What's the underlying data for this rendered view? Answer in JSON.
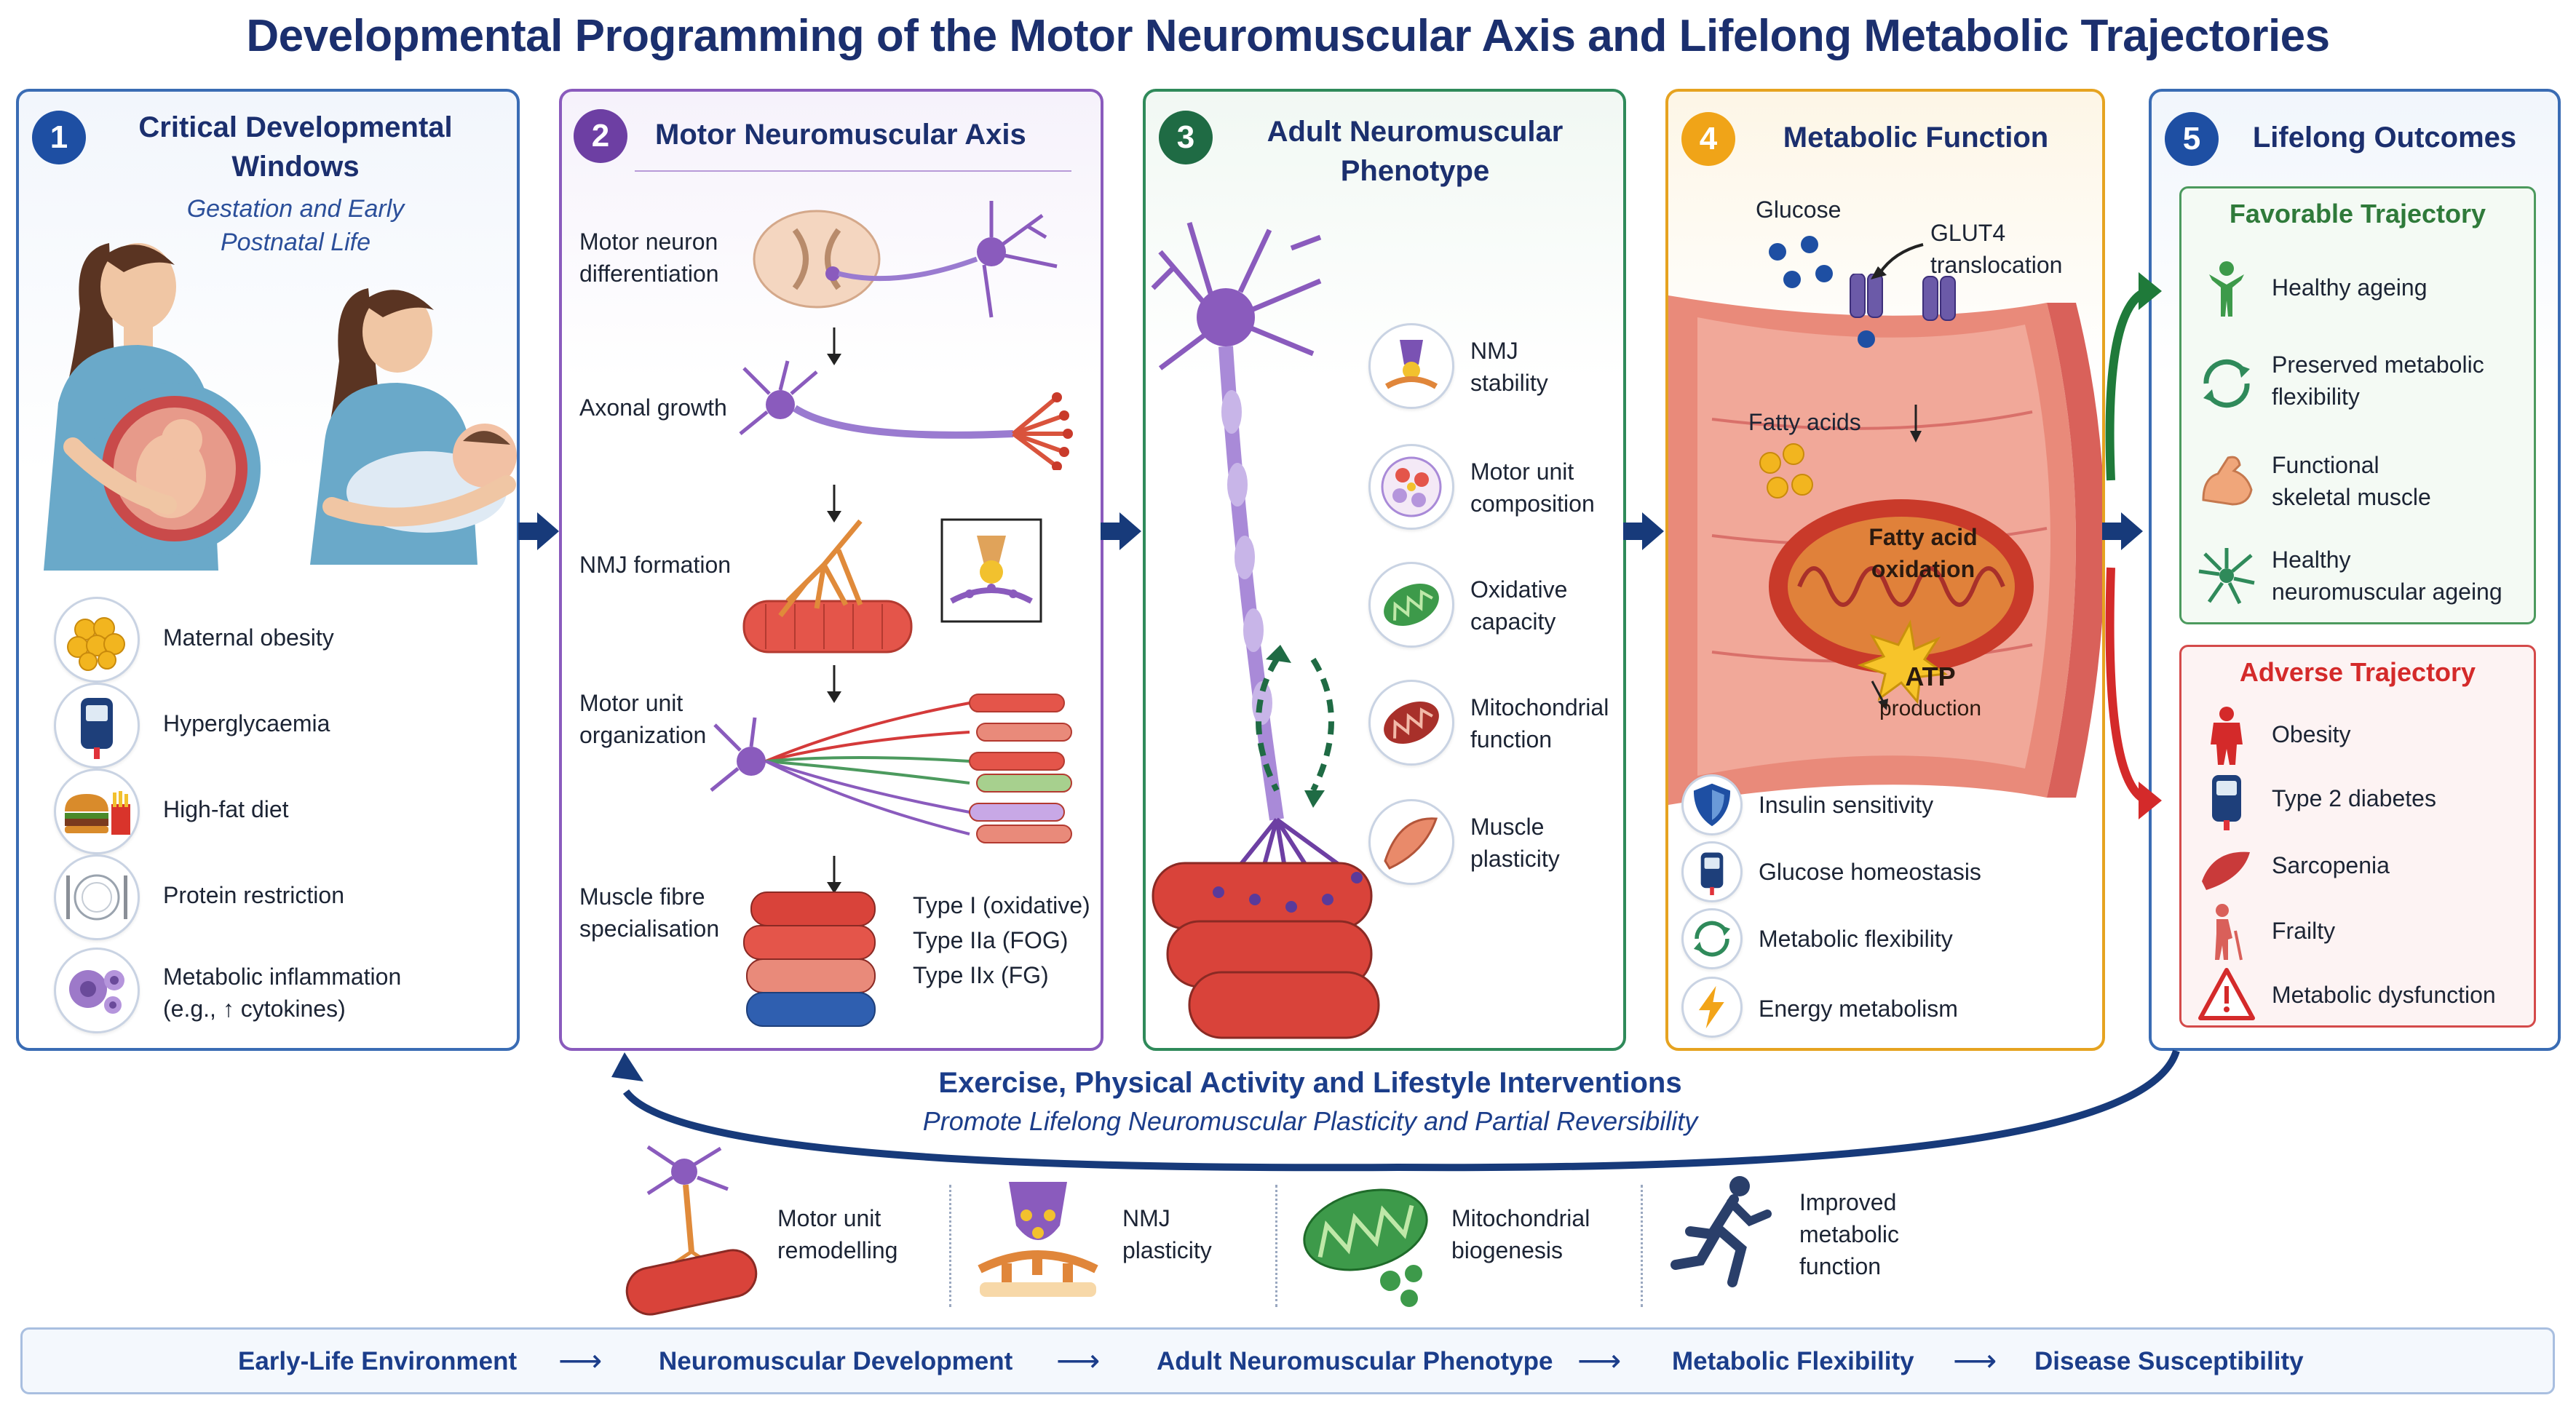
{
  "title": "Developmental Programming of the Motor Neuromuscular Axis and Lifelong Metabolic Trajectories",
  "colors": {
    "navy": "#1b2f6e",
    "blue": "#3a6cb4",
    "purple": "#8a5bbd",
    "green": "#2f8a5a",
    "amber": "#e6a320",
    "red": "#d44a4a"
  },
  "panel1": {
    "number": "1",
    "title_line1": "Critical Developmental",
    "title_line2": "Windows",
    "subtitle_line1": "Gestation and Early",
    "subtitle_line2": "Postnatal Life",
    "factors": [
      {
        "label": "Maternal obesity",
        "icon": "fat-cells-icon"
      },
      {
        "label": "Hyperglycaemia",
        "icon": "glucose-meter-icon"
      },
      {
        "label": "High-fat diet",
        "icon": "burger-fries-icon"
      },
      {
        "label": "Protein restriction",
        "icon": "empty-plate-icon"
      },
      {
        "label": "Metabolic inflammation",
        "label2": "(e.g., ↑ cytokines)",
        "icon": "immune-cells-icon"
      }
    ]
  },
  "panel2": {
    "number": "2",
    "title": "Motor Neuromuscular Axis",
    "steps": [
      {
        "line1": "Motor neuron",
        "line2": "differentiation"
      },
      {
        "line1": "Axonal growth",
        "line2": ""
      },
      {
        "line1": "NMJ formation",
        "line2": ""
      },
      {
        "line1": "Motor unit",
        "line2": "organization"
      },
      {
        "line1": "Muscle fibre",
        "line2": "specialisation"
      }
    ],
    "fibre_types": [
      "Type I (oxidative)",
      "Type IIa (FOG)",
      "Type IIx (FG)"
    ]
  },
  "panel3": {
    "number": "3",
    "title_line1": "Adult Neuromuscular",
    "title_line2": "Phenotype",
    "features": [
      {
        "line1": "NMJ",
        "line2": "stability",
        "icon": "nmj-icon"
      },
      {
        "line1": "Motor unit",
        "line2": "composition",
        "icon": "motor-unit-icon"
      },
      {
        "line1": "Oxidative",
        "line2": "capacity",
        "icon": "mitochondrion-green-icon"
      },
      {
        "line1": "Mitochondrial",
        "line2": "function",
        "icon": "mitochondrion-red-icon"
      },
      {
        "line1": "Muscle",
        "line2": "plasticity",
        "icon": "muscle-icon"
      }
    ]
  },
  "panel4": {
    "number": "4",
    "title": "Metabolic Function",
    "glucose": "Glucose",
    "glut4_line1": "GLUT4",
    "glut4_line2": "translocation",
    "fatty_acids": "Fatty acids",
    "fao_line1": "Fatty acid",
    "fao_line2": "oxidation",
    "atp_line1": "ATP",
    "atp_line2": "production",
    "metrics": [
      {
        "label": "Insulin sensitivity",
        "icon": "shield-icon"
      },
      {
        "label": "Glucose homeostasis",
        "icon": "glucose-meter-icon"
      },
      {
        "label": "Metabolic flexibility",
        "icon": "cycle-icon"
      },
      {
        "label": "Energy metabolism",
        "icon": "lightning-icon"
      }
    ]
  },
  "panel5": {
    "number": "5",
    "title": "Lifelong Outcomes",
    "favorable_title": "Favorable Trajectory",
    "favorable": [
      {
        "line1": "Healthy ageing",
        "line2": "",
        "icon": "person-green-icon"
      },
      {
        "line1": "Preserved metabolic",
        "line2": "flexibility",
        "icon": "cycle-green-icon"
      },
      {
        "line1": "Functional",
        "line2": "skeletal muscle",
        "icon": "bicep-icon"
      },
      {
        "line1": "Healthy",
        "line2": "neuromuscular ageing",
        "icon": "neuron-green-icon"
      }
    ],
    "adverse_title": "Adverse Trajectory",
    "adverse": [
      {
        "label": "Obesity",
        "icon": "person-red-icon"
      },
      {
        "label": "Type 2 diabetes",
        "icon": "glucose-meter-icon"
      },
      {
        "label": "Sarcopenia",
        "icon": "muscle-red-icon"
      },
      {
        "label": "Frailty",
        "icon": "elderly-icon"
      },
      {
        "label": "Metabolic dysfunction",
        "icon": "warning-icon"
      }
    ]
  },
  "feedback": {
    "title": "Exercise, Physical Activity and Lifestyle Interventions",
    "subtitle": "Promote Lifelong Neuromuscular Plasticity and Partial Reversibility",
    "items": [
      {
        "line1": "Motor unit",
        "line2": "remodelling",
        "line3": ""
      },
      {
        "line1": "NMJ",
        "line2": "plasticity",
        "line3": ""
      },
      {
        "line1": "Mitochondrial",
        "line2": "biogenesis",
        "line3": ""
      },
      {
        "line1": "Improved",
        "line2": "metabolic",
        "line3": "function"
      }
    ]
  },
  "flow": [
    "Early-Life Environment",
    "Neuromuscular Development",
    "Adult Neuromuscular Phenotype",
    "Metabolic Flexibility",
    "Disease Susceptibility"
  ],
  "flow_arrow": "⟶"
}
